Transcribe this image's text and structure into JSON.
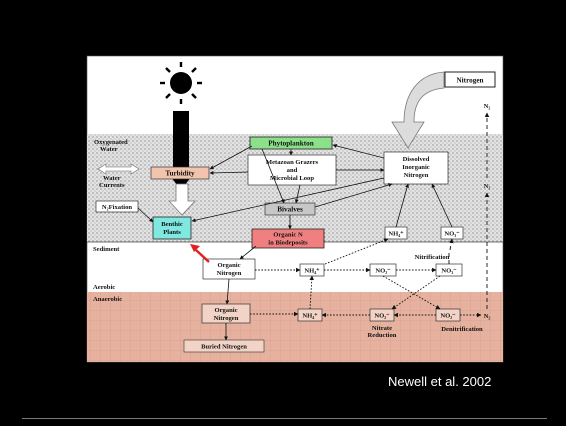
{
  "citation": "Newell et al. 2002",
  "colors": {
    "background": "#000000",
    "panel": "#ffffff",
    "phytoplankton_box": "#8de08a",
    "benthic_box": "#7fe8e0",
    "organic_n_box": "#f08080",
    "turbidity_box": "#f2c3ad",
    "anaerobic_zone": "#e6b29f",
    "pointer_arrow": "#e02020"
  },
  "icons": {
    "sun": "sun-icon",
    "pointer": "red-pointer-arrow-icon"
  },
  "diagram": {
    "zones": {
      "oxygenated_water": [
        "Oxygenated",
        "Water"
      ],
      "water_currents": [
        "Water",
        "Currents"
      ],
      "sediment": "Sediment",
      "aerobic": "Aerobic",
      "anaerobic": "Anaerobic"
    },
    "nodes": {
      "nitrogen": "Nitrogen",
      "phytoplankton": "Phytoplankton",
      "grazers": [
        "Metazoan Grazers",
        "and",
        "Microbial Loop"
      ],
      "dissolved": [
        "Dissolved",
        "Inorganic",
        "Nitrogen"
      ],
      "turbidity": "Turbidity",
      "n2_fixation": "N₂Fixation",
      "benthic": [
        "Benthic",
        "Plants"
      ],
      "bivalves": "Bivalves",
      "organic_n_biodeposits": [
        "Organic N",
        "in Biodeposits"
      ],
      "nh4_top": "NH₄⁺",
      "no3_top": "NO₃⁻",
      "organic_nitrogen_aerobic": [
        "Organic",
        "Nitrogen"
      ],
      "nitrification": "Nitrification",
      "nh4_aerobic": "NH₄⁺",
      "no2_aerobic": "NO₂⁻",
      "no3_aerobic": "NO₃⁻",
      "organic_nitrogen_anaerobic": [
        "Organic",
        "Nitrogen"
      ],
      "nh4_anaerobic": "NH₄⁺",
      "no2_anaerobic": "NO₂⁻",
      "no2b_anaerobic": "NO₂⁻",
      "n2_anaerobic": "N₂",
      "nitrate_reduction": [
        "Nitrate",
        "Reduction"
      ],
      "denitrification": "Denitrification",
      "buried_nitrogen": "Buried Nitrogen",
      "n2_upper": "N₂",
      "n2_middle": "N₂"
    }
  }
}
